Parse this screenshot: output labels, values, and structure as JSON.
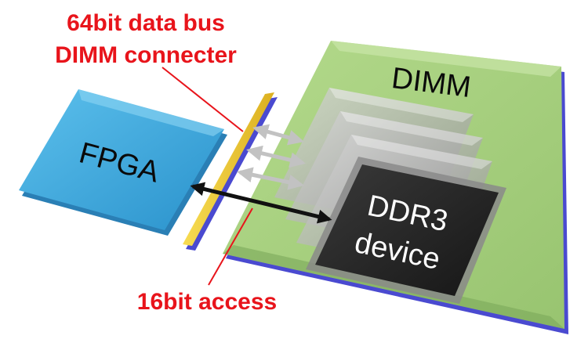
{
  "callouts": {
    "bus_line1": "64bit data bus",
    "bus_line2": "DIMM connecter",
    "access": "16bit access"
  },
  "blocks": {
    "fpga": "FPGA",
    "dimm": "DIMM",
    "device_line1": "DDR3",
    "device_line2": "device"
  },
  "colors": {
    "callout_text": "#e8141b",
    "fpga_fill": "#33a4da",
    "dimm_fill": "#a6cf80",
    "board_edge": "#4a4ad0",
    "connector_fill": "#f2cc36",
    "chip_fill": "#2a2a2a",
    "arrow_active": "#111111",
    "arrow_inactive": "#c2c2c2"
  }
}
